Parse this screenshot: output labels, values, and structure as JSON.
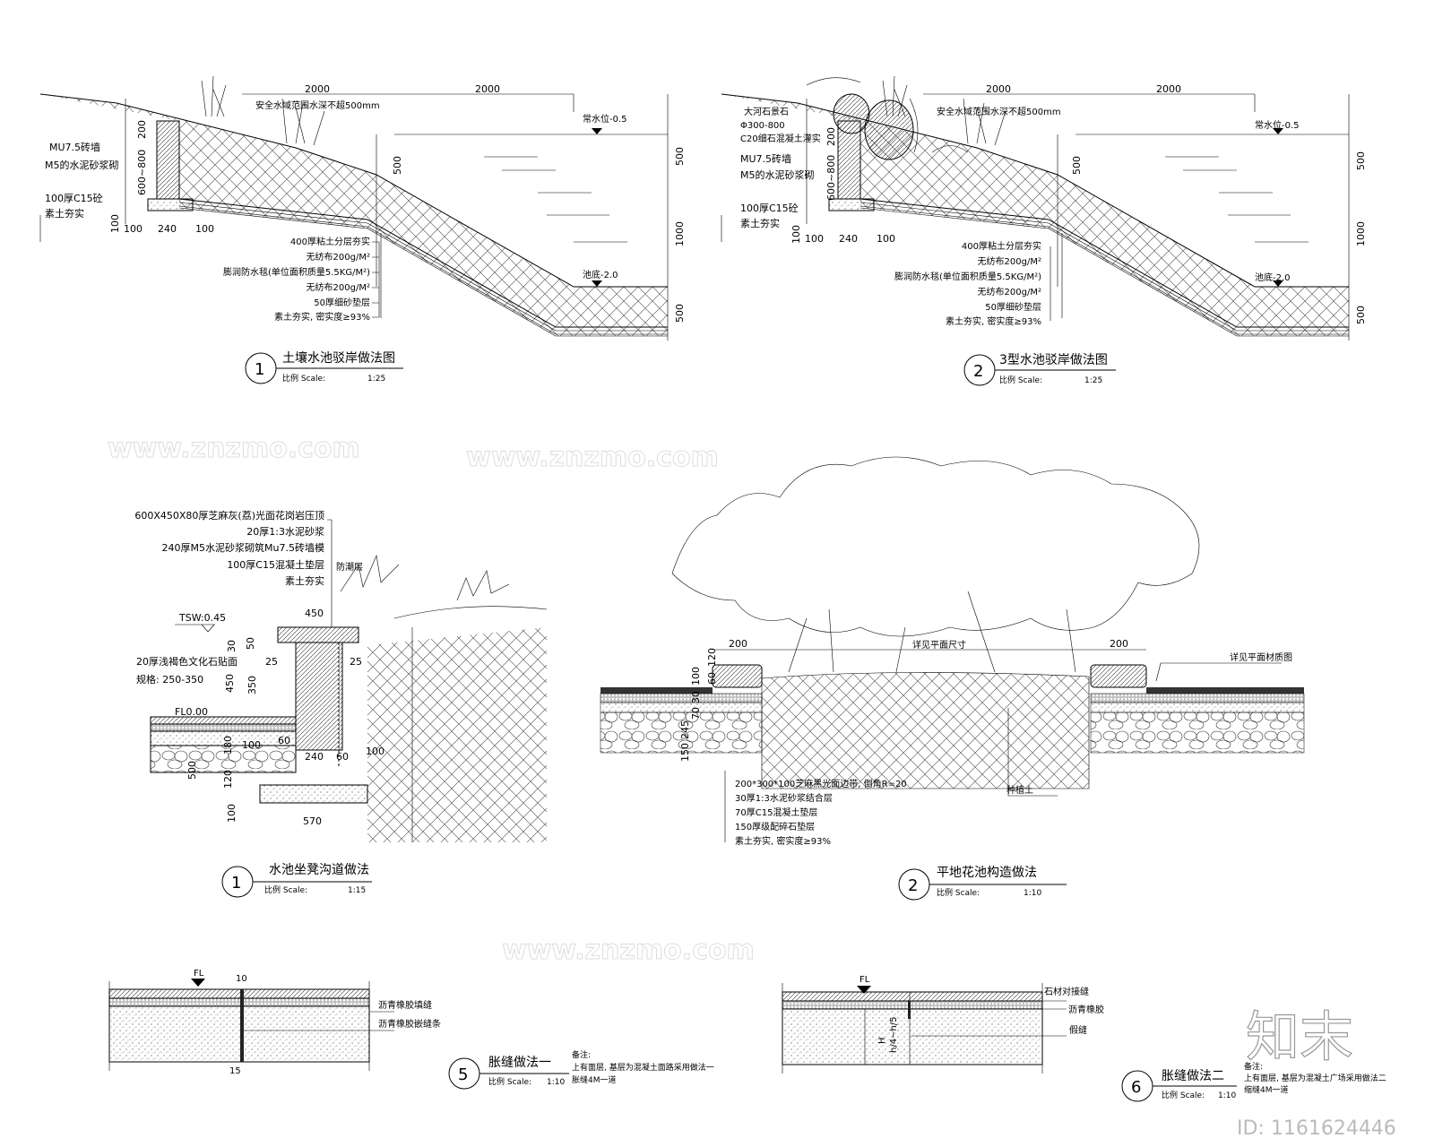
{
  "detail1": {
    "dims": [
      "2000",
      "2000",
      "500",
      "1000",
      "500",
      "200",
      "600~800",
      "100",
      "100",
      "240",
      "100",
      "500"
    ],
    "safety_note": "安全水域范围水深不超500mm",
    "water_level": "常水位-0.5",
    "pool_bottom": "池底-2.0",
    "left_labels": [
      "MU7.5砖墙",
      "M5的水泥砂浆砌",
      "100厚C15砼",
      "素土夯实"
    ],
    "layers": [
      "400厚粘土分层夯实",
      "无纺布200g/M²",
      "膨润防水毯(单位面积质量5.5KG/M²)",
      "无纺布200g/M²",
      "50厚细砂垫层",
      "素土夯实, 密实度≥93%"
    ],
    "number": "1",
    "title": "土壤水池驳岸做法图",
    "scale_label": "比例 Scale:",
    "scale": "1:25"
  },
  "detail2": {
    "dims": [
      "2000",
      "2000",
      "500",
      "1000",
      "500",
      "200",
      "600~800",
      "100",
      "100",
      "240",
      "100",
      "500"
    ],
    "safety_note": "安全水域范围水深不超500mm",
    "water_level": "常水位-0.5",
    "pool_bottom": "池底-2.0",
    "left_labels": [
      "大河石景石",
      "Φ300-800",
      "C20细石混凝土灌实",
      "MU7.5砖墙",
      "M5的水泥砂浆砌",
      "100厚C15砼",
      "素土夯实"
    ],
    "layers": [
      "400厚粘土分层夯实",
      "无纺布200g/M²",
      "膨润防水毯(单位面积质量5.5KG/M²)",
      "无纺布200g/M²",
      "50厚细砂垫层",
      "素土夯实, 密实度≥93%"
    ],
    "number": "2",
    "title": "3型水池驳岸做法图",
    "scale_label": "比例 Scale:",
    "scale": "1:25"
  },
  "detail3": {
    "layers": [
      "600X450X80厚芝麻灰(荔)光面花岗岩压顶",
      "20厚1:3水泥砂浆",
      "240厚M5水泥砂浆砌筑Mu7.5砖墙模",
      "100厚C15混凝土垫层",
      "素土夯实"
    ],
    "damp_layer": "防潮层",
    "tsw": "TSW:0.45",
    "fl": "FL0.00",
    "stone_face": "20厚浅褐色文化石贴面",
    "spec": "规格: 250-350",
    "dims": [
      "450",
      "50",
      "30",
      "450",
      "350",
      "25",
      "25",
      "60",
      "100",
      "180",
      "500",
      "120",
      "100",
      "240",
      "60",
      "100",
      "570"
    ],
    "number": "1",
    "title": "水池坐凳沟道做法",
    "scale_label": "比例 Scale:",
    "scale": "1:15"
  },
  "detail4": {
    "dims": [
      "200",
      "200",
      "100",
      "60",
      "120",
      "30",
      "70",
      "245",
      "150"
    ],
    "plan_size": "详见平面尺寸",
    "plan_material": "详见平面材质图",
    "planting_soil": "种植土",
    "layers": [
      "200*300*100芝麻黑光面边带, 倒角R=20",
      "30厚1:3水泥砂浆结合层",
      "70厚C15混凝土垫层",
      "150厚级配碎石垫层",
      "素土夯实, 密实度≥93%"
    ],
    "number": "2",
    "title": "平地花池构造做法",
    "scale_label": "比例 Scale:",
    "scale": "1:10"
  },
  "detail5": {
    "fl": "FL",
    "dim_top": "10",
    "dim_bottom": "15",
    "labels": [
      "沥青橡胶填缝",
      "沥青橡胶嵌缝条"
    ],
    "number": "5",
    "title": "胀缝做法一",
    "scale_label": "比例 Scale:",
    "scale": "1:10",
    "note_title": "备注:",
    "note_lines": [
      "上有面层, 基层为混凝土面路采用做法一",
      "胀缝4M一道"
    ]
  },
  "detail6": {
    "fl": "FL",
    "dim_labels": [
      "H",
      "h/4~h/5"
    ],
    "labels": [
      "石材对接缝",
      "沥青橡胶",
      "假缝"
    ],
    "number": "6",
    "title": "胀缝做法二",
    "scale_label": "比例 Scale:",
    "scale": "1:10",
    "note_title": "备注:",
    "note_lines": [
      "上有面层, 基层为混凝土广场采用做法二",
      "缩缝4M一道"
    ]
  },
  "watermark": {
    "logo": "知末",
    "id": "ID: 1161624446",
    "site": "www.znzmo.com"
  }
}
